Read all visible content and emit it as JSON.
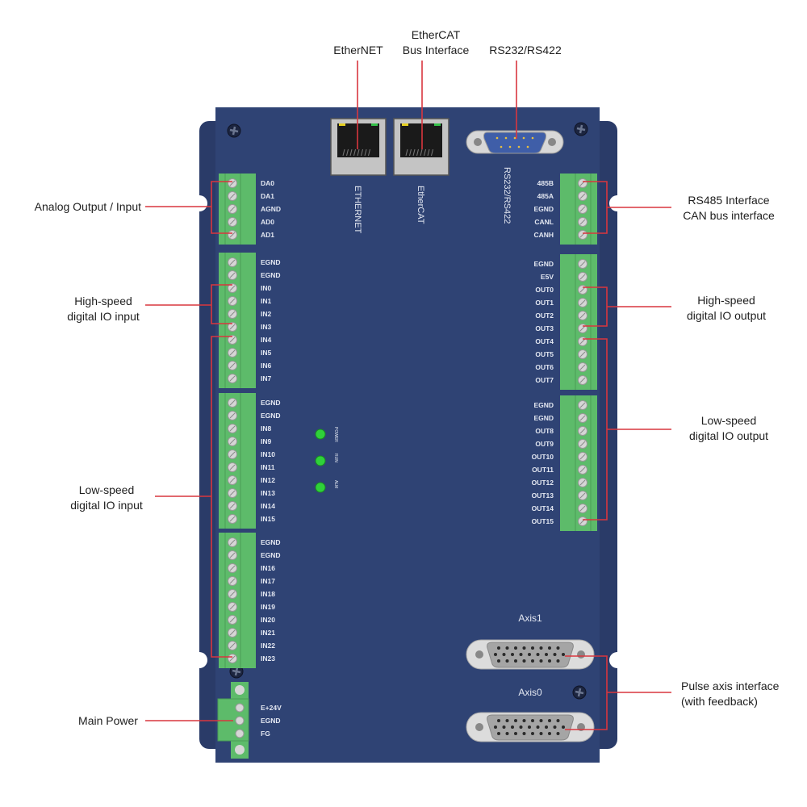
{
  "colors": {
    "board": "#2f4374",
    "flange": "#2a3b68",
    "terminal": "#5dbb6a",
    "callout_line": "#d9363e",
    "led": "#2fd13a"
  },
  "top_callouts": {
    "ethernet": [
      "EtherNET"
    ],
    "ethercat": [
      "EtherCAT",
      "Bus Interface"
    ],
    "serial": [
      "RS232/RS422"
    ]
  },
  "side_callouts": {
    "analog": [
      "Analog Output / Input"
    ],
    "hs_input": [
      "High-speed",
      "digital IO input"
    ],
    "ls_input": [
      "Low-speed",
      "digital IO input"
    ],
    "power": [
      "Main Power"
    ],
    "rs485_can": [
      "RS485 Interface",
      "CAN bus interface"
    ],
    "hs_output": [
      "High-speed",
      "digital IO output"
    ],
    "ls_output": [
      "Low-speed",
      "digital IO output"
    ],
    "pulse_axis": [
      "Pulse axis interface",
      "(with feedback)"
    ]
  },
  "board_labels": {
    "ethernet_port": "ETHERNET",
    "ethercat_port": "EtherCAT",
    "serial_port": "RS232/RS422",
    "axis1": "Axis1",
    "axis0": "Axis0",
    "leds": [
      "POWER",
      "RUN",
      "ALM"
    ]
  },
  "terminals": {
    "left": [
      [
        "DA0",
        "DA1",
        "AGND",
        "AD0",
        "AD1"
      ],
      [
        "EGND",
        "EGND",
        "IN0",
        "IN1",
        "IN2",
        "IN3",
        "IN4",
        "IN5",
        "IN6",
        "IN7"
      ],
      [
        "EGND",
        "EGND",
        "IN8",
        "IN9",
        "IN10",
        "IN11",
        "IN12",
        "IN13",
        "IN14",
        "IN15"
      ],
      [
        "EGND",
        "EGND",
        "IN16",
        "IN17",
        "IN18",
        "IN19",
        "IN20",
        "IN21",
        "IN22",
        "IN23"
      ]
    ],
    "right": [
      [
        "485B",
        "485A",
        "EGND",
        "CANL",
        "CANH"
      ],
      [
        "EGND",
        "E5V",
        "OUT0",
        "OUT1",
        "OUT2",
        "OUT3",
        "OUT4",
        "OUT5",
        "OUT6",
        "OUT7"
      ],
      [
        "EGND",
        "EGND",
        "OUT8",
        "OUT9",
        "OUT10",
        "OUT11",
        "OUT12",
        "OUT13",
        "OUT14",
        "OUT15"
      ]
    ],
    "power": [
      "E+24V",
      "EGND",
      "FG"
    ]
  }
}
